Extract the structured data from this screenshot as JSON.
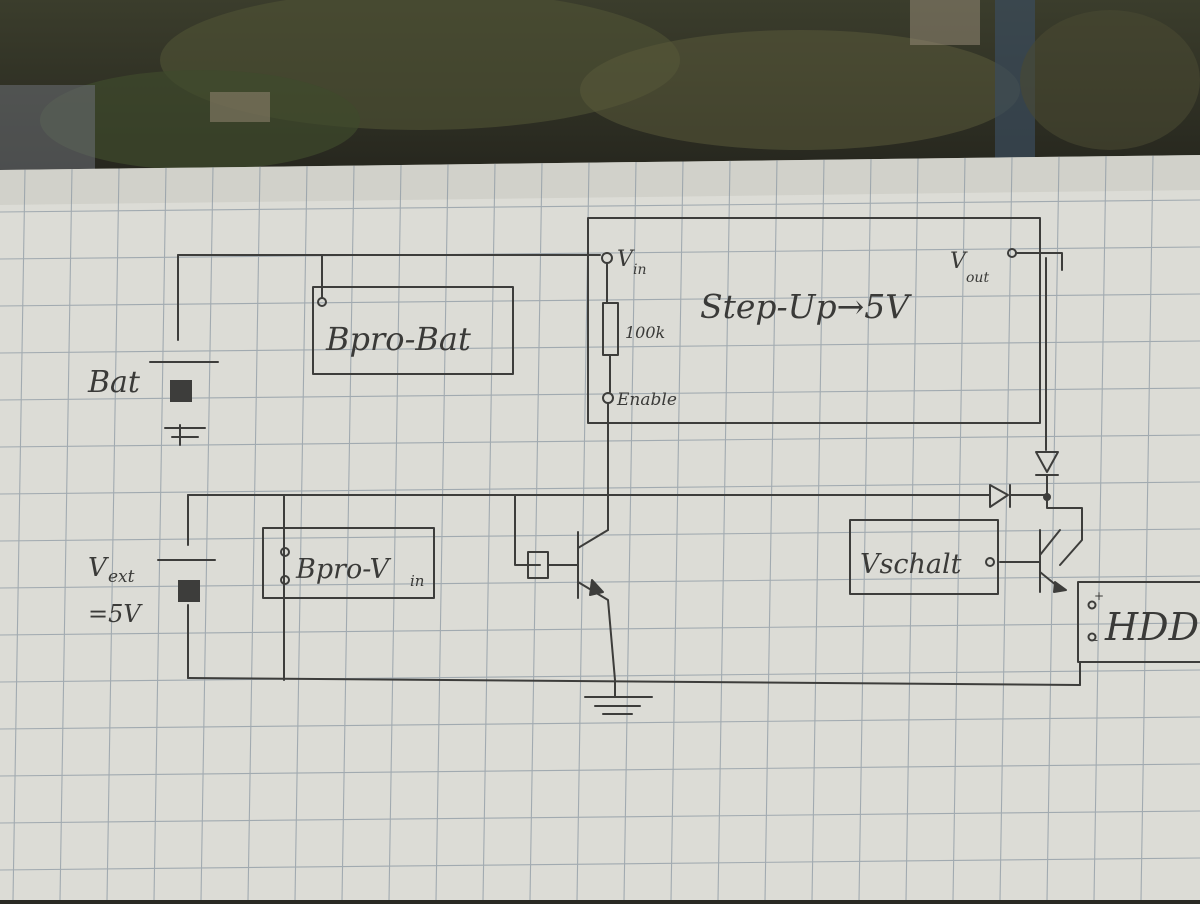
{
  "colors": {
    "paper": "#dcdcd6",
    "paper_shade": "#c9c9c2",
    "grid": "#8e9aa4",
    "pencil": "#3d3d3b",
    "background_dark": "#2b2a22",
    "background_foliage": "#4e5234"
  },
  "components": {
    "battery_label": "Bat",
    "bpro_bat_label": "Bpro-Bat",
    "stepup_title": "Step-Up→5V",
    "vin_label": "V",
    "vin_sub": "in",
    "resistor_label": "100k",
    "enable_label": "Enable",
    "vout_label": "V",
    "vout_sub": "out",
    "vext_label": "V",
    "vext_sub": "ext",
    "vext_value": "=5V",
    "bpro_vin_label": "Bpro-V",
    "bpro_vin_sub": "in",
    "vschalt_label": "Vschalt",
    "hdd_label": "HDD",
    "hdd_plus": "+",
    "hdd_minus": "-"
  }
}
